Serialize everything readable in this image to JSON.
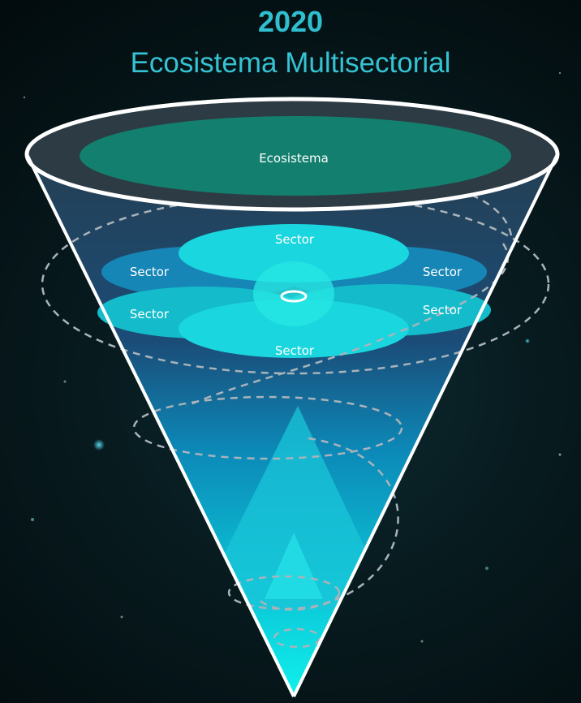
{
  "header": {
    "year": "2020",
    "title": "Ecosistema Multisectorial"
  },
  "diagram": {
    "top_label": "Ecosistema",
    "sector_labels": [
      "Sector",
      "Sector",
      "Sector",
      "Sector",
      "Sector",
      "Sector"
    ]
  },
  "colors": {
    "title": "#2fbfcf",
    "ecosystem": "#13806f",
    "cone_dark": "#1b3a52",
    "cone_bright": "#10e6e6",
    "sector_blue": "#1686b6",
    "sector_cyan": "#1ad6de",
    "dashes": "#a9b3ba"
  }
}
